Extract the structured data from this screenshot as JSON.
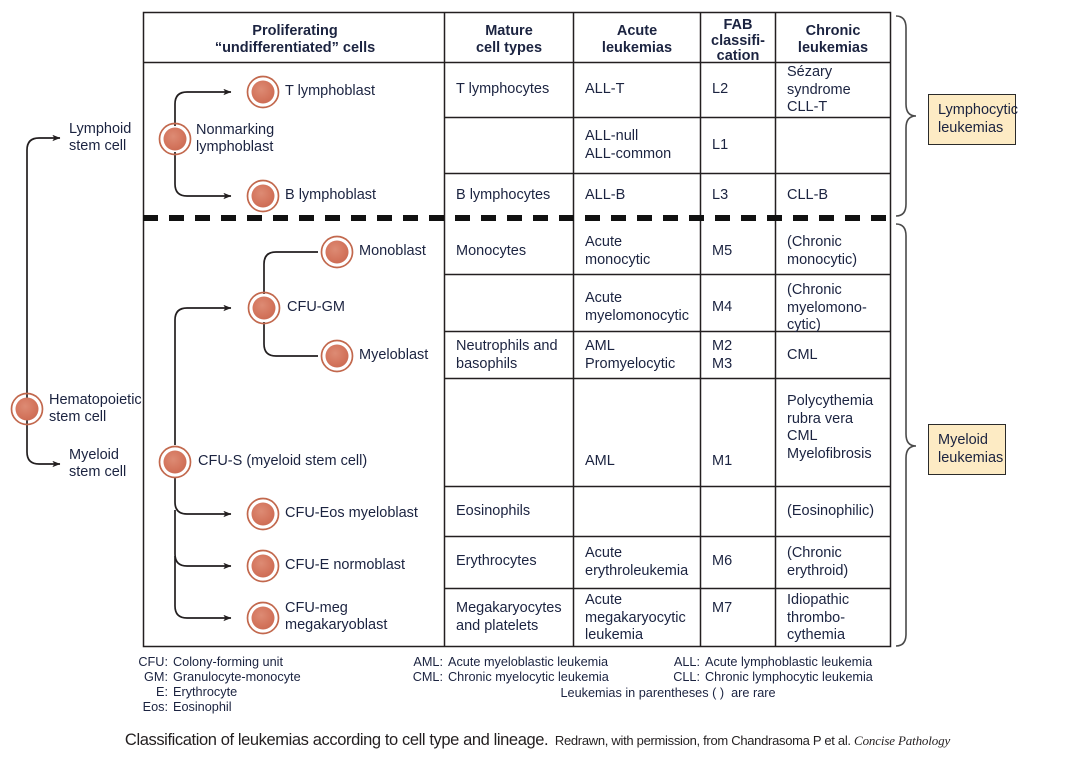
{
  "figure": {
    "caption_main": "Classification of leukemias according to cell type and lineage.",
    "caption_source": "Redrawn, with permission, from Chandrasoma P et al.",
    "caption_source_italic": "Concise Pathology"
  },
  "colors": {
    "cell_fill": "#d4765e",
    "cell_ring": "#b9563c",
    "callout_bg": "#fdebc4",
    "line": "#231f20",
    "text": "#1b2340"
  },
  "table": {
    "headers": [
      {
        "id": "proliferating",
        "line1": "Proliferating",
        "line2": "“undifferentiated” cells"
      },
      {
        "id": "mature",
        "line1": "Mature",
        "line2": "cell types"
      },
      {
        "id": "acute",
        "line1": "Acute",
        "line2": "leukemias"
      },
      {
        "id": "fab",
        "line1": "FAB",
        "line2": "classifi-",
        "line3": "cation"
      },
      {
        "id": "chronic",
        "line1": "Chronic",
        "line2": "leukemias"
      }
    ],
    "rows": [
      {
        "id": "t-lymphoblast",
        "mature": "T lymphocytes",
        "acute": "ALL-T",
        "fab": "L2",
        "chronic": "Sézary\nsyndrome\nCLL-T"
      },
      {
        "id": "nonmarking",
        "mature": "",
        "acute": "ALL-null\nALL-common",
        "fab": "L1",
        "chronic": ""
      },
      {
        "id": "b-lymphoblast",
        "mature": "B lymphocytes",
        "acute": "ALL-B",
        "fab": "L3",
        "chronic": "CLL-B"
      },
      {
        "id": "monoblast",
        "mature": "Monocytes",
        "acute": "Acute\nmonocytic",
        "fab": "M5",
        "chronic": "(Chronic\nmonocytic)"
      },
      {
        "id": "cfu-gm",
        "mature": "",
        "acute": "Acute\nmyelomonocytic",
        "fab": "M4",
        "chronic": "(Chronic\nmyelomono-\ncytic)"
      },
      {
        "id": "myeloblast",
        "mature": "Neutrophils and\nbasophils",
        "acute": "AML\nPromyelocytic",
        "fab": "M2\nM3",
        "chronic": "CML"
      },
      {
        "id": "cfu-s",
        "mature": "",
        "acute": "AML",
        "fab": "M1",
        "chronic": "Polycythemia\nrubra vera\nCML\nMyelofibrosis"
      },
      {
        "id": "cfu-eos",
        "mature": "Eosinophils",
        "acute": "",
        "fab": "",
        "chronic": "(Eosinophilic)"
      },
      {
        "id": "cfu-e",
        "mature": "Erythrocytes",
        "acute": "Acute\nerythroleukemia",
        "fab": "M6",
        "chronic": "(Chronic\nerythroid)"
      },
      {
        "id": "cfu-meg",
        "mature": "Megakaryocytes\nand platelets",
        "acute": "Acute\nmegakaryocytic\nleukemia",
        "fab": "M7",
        "chronic": "Idiopathic\nthrombo-\ncythemia"
      }
    ]
  },
  "lineage": {
    "hematopoietic": "Hematopoietic\nstem cell",
    "lymphoid": "Lymphoid\nstem cell",
    "myeloid": "Myeloid\nstem cell",
    "cells": [
      {
        "id": "t-lymphoblast",
        "label": "T lymphoblast"
      },
      {
        "id": "nonmarking",
        "label": "Nonmarking\nlymphoblast"
      },
      {
        "id": "b-lymphoblast",
        "label": "B lymphoblast"
      },
      {
        "id": "monoblast",
        "label": "Monoblast"
      },
      {
        "id": "cfu-gm",
        "label": "CFU-GM"
      },
      {
        "id": "myeloblast",
        "label": "Myeloblast"
      },
      {
        "id": "cfu-s",
        "label": "CFU-S (myeloid stem cell)"
      },
      {
        "id": "cfu-eos",
        "label": "CFU-Eos myeloblast"
      },
      {
        "id": "cfu-e",
        "label": "CFU-E normoblast"
      },
      {
        "id": "cfu-meg",
        "label": "CFU-meg\nmegakaryoblast"
      }
    ]
  },
  "callouts": [
    {
      "id": "lymphocytic",
      "label": "Lymphocytic\nleukemias"
    },
    {
      "id": "myeloid",
      "label": "Myeloid\nleukemias"
    }
  ],
  "legend": {
    "col1": [
      {
        "abbr": "CFU:",
        "text": "Colony-forming unit"
      },
      {
        "abbr": "GM:",
        "text": "Granulocyte-monocyte"
      },
      {
        "abbr": "E:",
        "text": "Erythrocyte"
      },
      {
        "abbr": "Eos:",
        "text": "Eosinophil"
      }
    ],
    "col2": [
      {
        "abbr": "AML:",
        "text": "Acute myeloblastic leukemia"
      },
      {
        "abbr": "CML:",
        "text": "Chronic myelocytic leukemia"
      }
    ],
    "col3": [
      {
        "abbr": "ALL:",
        "text": "Acute lymphoblastic leukemia"
      },
      {
        "abbr": "CLL:",
        "text": "Chronic lymphocytic leukemia"
      }
    ],
    "note": "Leukemias in parentheses ( )  are rare"
  }
}
